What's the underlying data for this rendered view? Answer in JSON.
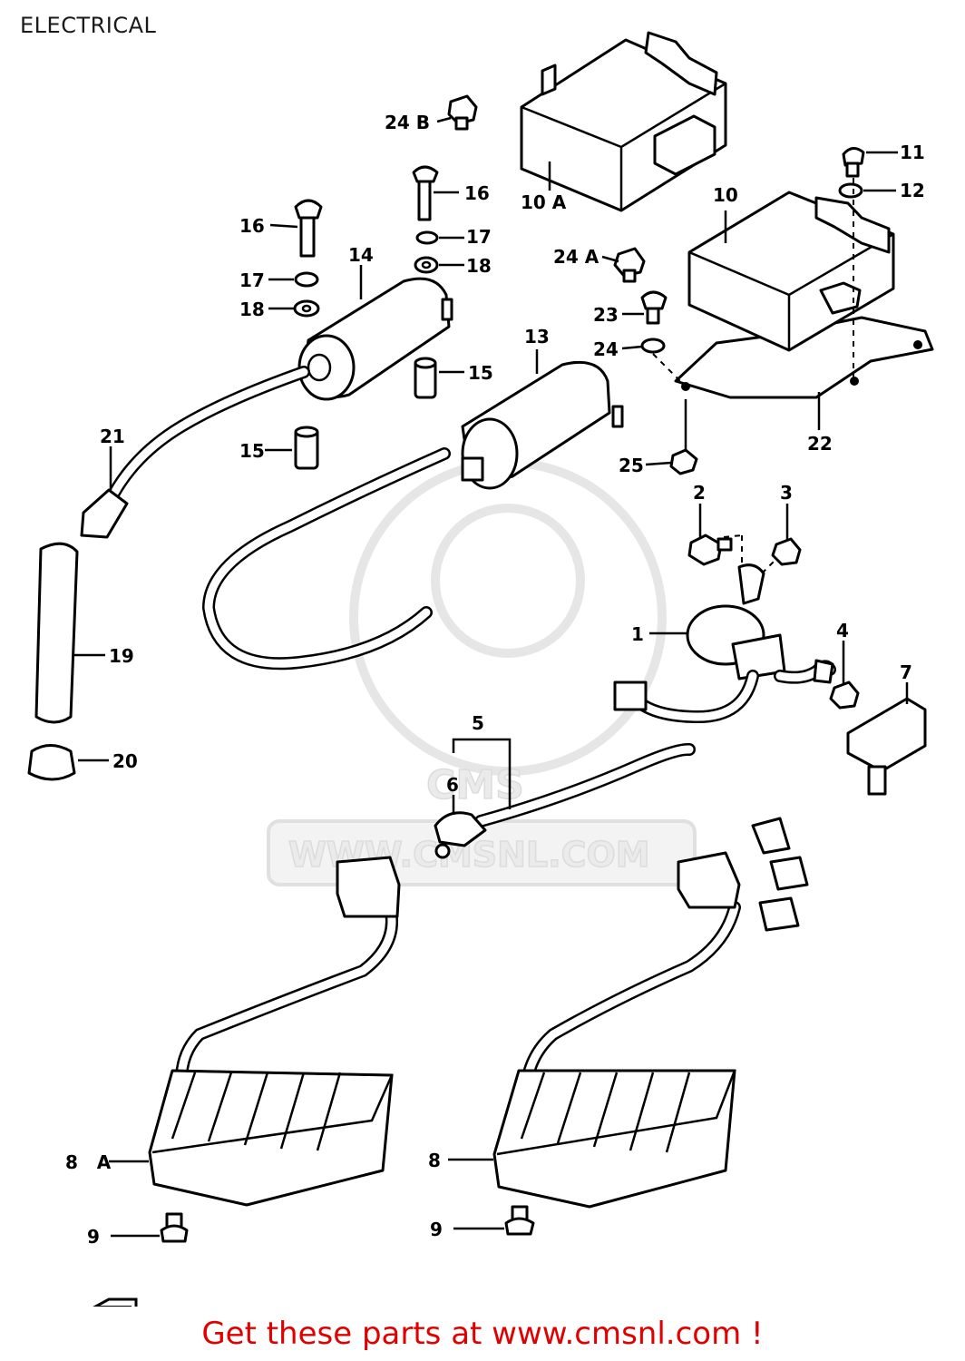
{
  "diagram": {
    "title": "ELECTRICAL",
    "footer_text": "Get these parts at www.cmsnl.com !",
    "watermark": {
      "logo_text": "CMS",
      "url_text": "WWW.CMSNL.COM"
    },
    "callouts": [
      {
        "id": "c-24b",
        "text": "24 B"
      },
      {
        "id": "c-10a",
        "text": "10 A"
      },
      {
        "id": "c-11",
        "text": "11"
      },
      {
        "id": "c-12",
        "text": "12"
      },
      {
        "id": "c-10",
        "text": "10"
      },
      {
        "id": "c-16-left",
        "text": "16"
      },
      {
        "id": "c-16-mid",
        "text": "16"
      },
      {
        "id": "c-14",
        "text": "14"
      },
      {
        "id": "c-17-mid",
        "text": "17"
      },
      {
        "id": "c-18-mid",
        "text": "18"
      },
      {
        "id": "c-17-left",
        "text": "17"
      },
      {
        "id": "c-18-left",
        "text": "18"
      },
      {
        "id": "c-24a",
        "text": "24 A"
      },
      {
        "id": "c-23",
        "text": "23"
      },
      {
        "id": "c-24",
        "text": "24"
      },
      {
        "id": "c-13",
        "text": "13"
      },
      {
        "id": "c-15-upper",
        "text": "15"
      },
      {
        "id": "c-15-lower",
        "text": "15"
      },
      {
        "id": "c-22",
        "text": "22"
      },
      {
        "id": "c-21",
        "text": "21"
      },
      {
        "id": "c-25",
        "text": "25"
      },
      {
        "id": "c-2",
        "text": "2"
      },
      {
        "id": "c-3",
        "text": "3"
      },
      {
        "id": "c-1",
        "text": "1"
      },
      {
        "id": "c-4",
        "text": "4"
      },
      {
        "id": "c-7",
        "text": "7"
      },
      {
        "id": "c-19",
        "text": "19"
      },
      {
        "id": "c-5",
        "text": "5"
      },
      {
        "id": "c-6",
        "text": "6"
      },
      {
        "id": "c-20",
        "text": "20"
      },
      {
        "id": "c-8a",
        "text": "8   A"
      },
      {
        "id": "c-8",
        "text": "8"
      },
      {
        "id": "c-9-left",
        "text": "9"
      },
      {
        "id": "c-9-right",
        "text": "9"
      }
    ]
  }
}
